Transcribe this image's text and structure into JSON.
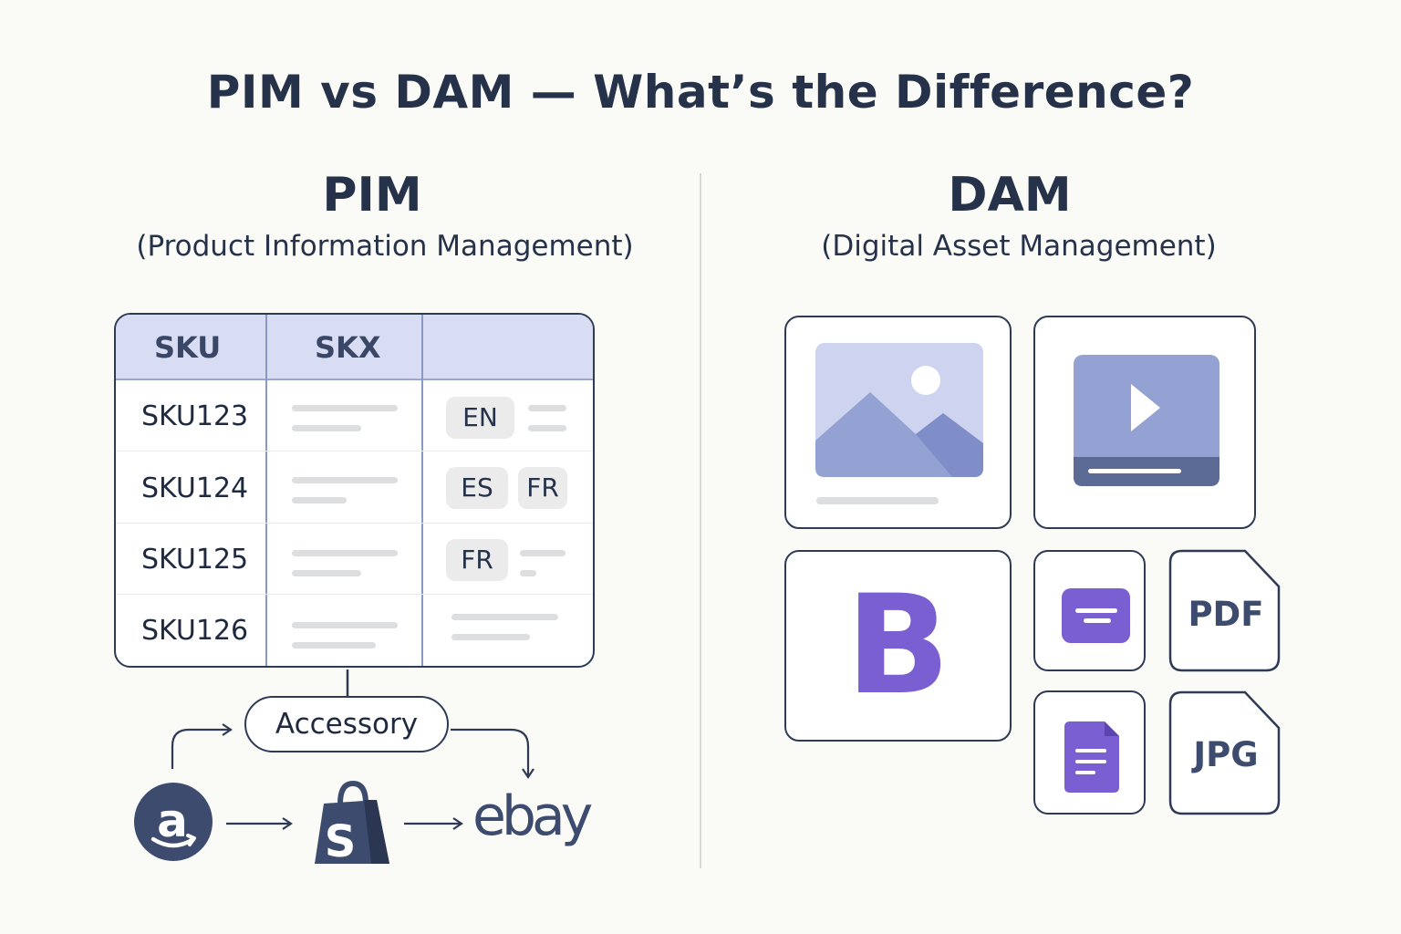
{
  "title": "PIM vs DAM — What’s the Difference?",
  "pim": {
    "heading": "PIM",
    "subtitle": "(Product Information Management)",
    "table": {
      "headers": [
        "SKU",
        "SKX",
        ""
      ],
      "rows": [
        {
          "sku": "SKU123",
          "langs": [
            "EN"
          ]
        },
        {
          "sku": "SKU124",
          "langs": [
            "ES",
            "FR"
          ]
        },
        {
          "sku": "SKU125",
          "langs": [
            "FR"
          ]
        },
        {
          "sku": "SKU126",
          "langs": []
        }
      ]
    },
    "accessory_label": "Accessory",
    "channels": [
      {
        "name": "amazon",
        "icon": "amazon-logo-icon"
      },
      {
        "name": "shopify",
        "icon": "shopify-bag-icon"
      },
      {
        "name": "ebay",
        "label": "ebay",
        "icon": "ebay-logo"
      }
    ]
  },
  "dam": {
    "heading": "DAM",
    "subtitle": "(Digital Asset Management)",
    "assets": [
      {
        "type": "image",
        "icon": "image-icon"
      },
      {
        "type": "video",
        "icon": "video-play-icon"
      },
      {
        "type": "brand",
        "icon": "brand-b-icon",
        "letter": "B"
      },
      {
        "type": "message",
        "icon": "message-icon"
      },
      {
        "type": "pdf",
        "label": "PDF",
        "icon": "pdf-file-icon"
      },
      {
        "type": "document",
        "icon": "document-icon"
      },
      {
        "type": "jpg",
        "label": "JPG",
        "icon": "jpg-file-icon"
      }
    ]
  },
  "colors": {
    "navy": "#25324a",
    "header_fill": "#d9ddf3",
    "media_blue": "#93a2d3",
    "accent_purple": "#7a5fd3"
  }
}
